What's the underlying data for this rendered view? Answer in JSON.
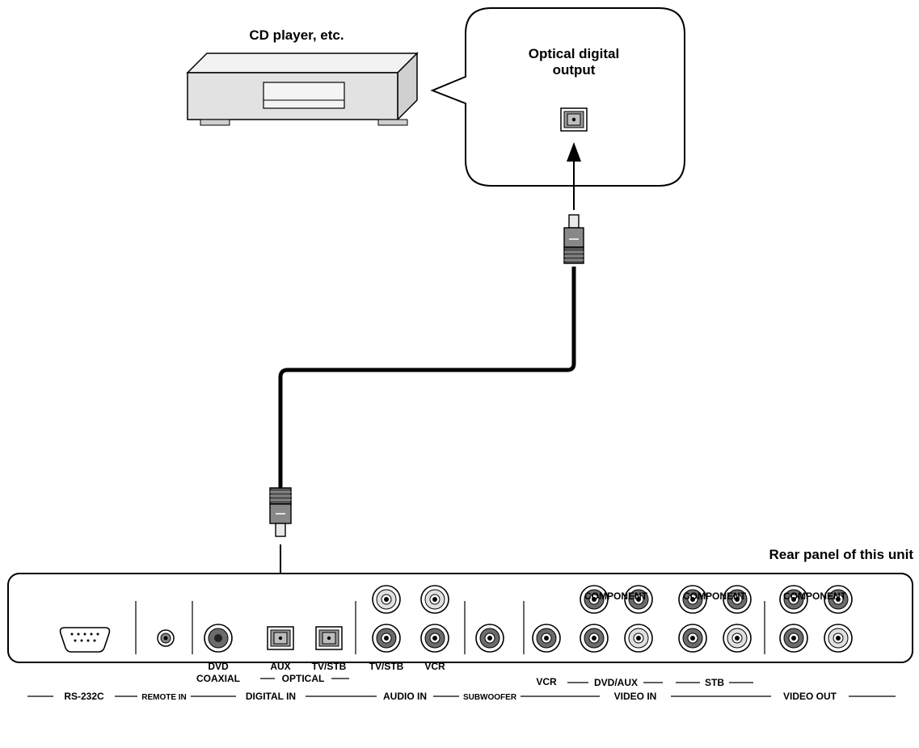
{
  "labels": {
    "cd_player": "CD player, etc.",
    "optical_output_line1": "Optical digital",
    "optical_output_line2": "output",
    "rear_panel": "Rear panel of this unit"
  },
  "panel": {
    "rs232c": "RS-232C",
    "remote_in": "REMOTE IN",
    "digital_in": "DIGITAL IN",
    "dvd": "DVD",
    "coaxial": "COAXIAL",
    "aux": "AUX",
    "tv_stb_optical": "TV/STB",
    "optical": "OPTICAL",
    "audio_tv_stb": "TV/STB",
    "audio_vcr": "VCR",
    "audio_in": "AUDIO IN",
    "subwoofer": "SUBWOOFER",
    "component_1": "COMPONENT",
    "component_2": "COMPONENT",
    "component_3": "COMPONENT",
    "video_vcr": "VCR",
    "video_dvd_aux": "DVD/AUX",
    "video_stb": "STB",
    "video_in": "VIDEO IN",
    "video_out": "VIDEO OUT"
  },
  "colors": {
    "line": "#000000",
    "device_fill": "#e6e6e6",
    "jack_dark": "#6b6b6b",
    "jack_light": "#e0e0e0"
  }
}
